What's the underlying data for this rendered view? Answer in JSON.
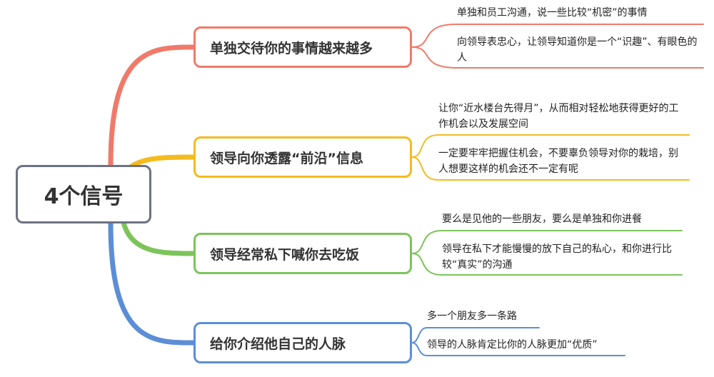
{
  "root": {
    "label": "4个信号"
  },
  "branches": [
    {
      "label": "单独交待你的事情越来越多",
      "color": "#f07a6a",
      "leaves": [
        "单独和员工沟通，说一些比较“机密”的事情",
        "向领导表忠心，让领导知道你是一个“识趣”、有眼色的人"
      ]
    },
    {
      "label": "领导向你透露“前沿”信息",
      "color": "#f5bb1e",
      "leaves": [
        "让你“近水楼台先得月”，从而相对轻松地获得更好的工作机会以及发展空间",
        "一定要牢牢把握住机会，不要辜负领导对你的栽培，别人想要这样的机会还不一定有呢"
      ]
    },
    {
      "label": "领导经常私下喊你去吃饭",
      "color": "#7cc45a",
      "leaves": [
        "要么是见他的一些朋友，要么是单独和你进餐",
        "领导在私下才能慢慢的放下自己的私心，和你进行比较“真实”的沟通"
      ]
    },
    {
      "label": "给你介绍他自己的人脉",
      "color": "#5b8ed6",
      "leaves": [
        "多一个朋友多一条路",
        "领导的人脉肯定比你的人脉更加“优质”"
      ]
    }
  ]
}
